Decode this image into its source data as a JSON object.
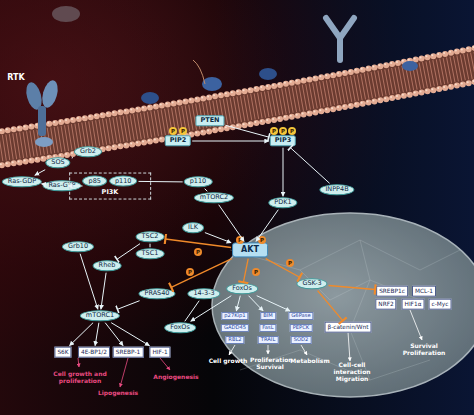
{
  "diagram": {
    "nodes": [
      {
        "text": [
          "PTEN"
        ]
      },
      {
        "text": [
          "PIP2"
        ]
      },
      {
        "text": [
          "PIP3"
        ]
      },
      {
        "text": [
          "INPP4B"
        ]
      },
      {
        "text": [
          "Grb2"
        ]
      },
      {
        "text": [
          "SOS"
        ]
      },
      {
        "text": [
          "Ras-GDP"
        ]
      },
      {
        "text": [
          "Ras-GTP"
        ]
      },
      {
        "text": [
          "PI3K"
        ]
      },
      {
        "text": [
          "p85"
        ],
        "in": 8
      },
      {
        "text": [
          "p110"
        ],
        "in": 8
      },
      {
        "text": [
          "p110"
        ]
      },
      {
        "text": [
          "mTORC2"
        ]
      },
      {
        "text": [
          "PDK1"
        ]
      },
      {
        "text": [
          "ILK"
        ]
      },
      {
        "text": [
          "AKT"
        ]
      },
      {
        "text": [
          "TSC2"
        ]
      },
      {
        "text": [
          "TSC1"
        ]
      },
      {
        "text": [
          "Grb10"
        ]
      },
      {
        "text": [
          "Rheb"
        ]
      },
      {
        "text": [
          "PRAS40"
        ]
      },
      {
        "text": [
          "14-3-3"
        ]
      },
      {
        "text": [
          "FoxOs"
        ]
      },
      {
        "text": [
          "GSK-3"
        ]
      },
      {
        "text": [
          "FoxOs"
        ]
      },
      {
        "text": [
          "mTORC1"
        ]
      },
      {
        "text": [
          "S6K"
        ]
      },
      {
        "text": [
          "4E-BP1/2"
        ]
      },
      {
        "text": [
          "SREBP-1"
        ]
      },
      {
        "text": [
          "HIF-1"
        ]
      },
      {
        "text": [
          "p27Kip1"
        ]
      },
      {
        "text": [
          "GADD45"
        ]
      },
      {
        "text": [
          "RBL2"
        ]
      },
      {
        "text": [
          "BIM"
        ]
      },
      {
        "text": [
          "FasL"
        ]
      },
      {
        "text": [
          "TRAIL"
        ]
      },
      {
        "text": [
          "G6Pase"
        ]
      },
      {
        "text": [
          "PEPCK"
        ]
      },
      {
        "text": [
          "SOD2"
        ]
      },
      {
        "text": [
          "β-catenin/Wnt"
        ]
      },
      {
        "text": [
          "SREBP1c"
        ]
      },
      {
        "text": [
          "MCL-1"
        ]
      },
      {
        "text": [
          "NRF2"
        ]
      },
      {
        "text": [
          "HIF1α"
        ]
      },
      {
        "text": [
          "c-Myc"
        ]
      }
    ],
    "edges": [
      {
        "from": 4,
        "to": 5,
        "arrow": "none"
      },
      {
        "from": 5,
        "to": 6,
        "arrow": "to"
      },
      {
        "from": 6,
        "to": 7,
        "arrow": "to"
      },
      {
        "from": 7,
        "to": 8,
        "arrow": "to"
      },
      {
        "from": 10,
        "to": 11,
        "arrow": "none"
      },
      {
        "from": 1,
        "to": 2,
        "arrow": "to"
      },
      {
        "from": 0,
        "to": 2,
        "arrow": "to"
      },
      {
        "from": 3,
        "to": 2,
        "arrow": "to"
      },
      {
        "from": 2,
        "to": 13,
        "arrow": "to"
      },
      {
        "from": 11,
        "to": 12,
        "arrow": "none"
      },
      {
        "from": 12,
        "to": 15,
        "arrow": "to"
      },
      {
        "from": 13,
        "to": 15,
        "arrow": "to"
      },
      {
        "from": 14,
        "to": 15,
        "arrow": "to"
      },
      {
        "from": 15,
        "to": 16,
        "arrow": "to"
      },
      {
        "from": 15,
        "to": 20,
        "arrow": "to"
      },
      {
        "from": 15,
        "to": 22,
        "arrow": "to"
      },
      {
        "from": 15,
        "to": 23,
        "arrow": "to"
      },
      {
        "from": 22,
        "to": 24,
        "arrow": "to"
      },
      {
        "from": 21,
        "to": 24,
        "arrow": "none"
      },
      {
        "from": 16,
        "to": 17,
        "arrow": "none"
      },
      {
        "from": 16,
        "to": 19,
        "arrow": "to"
      },
      {
        "from": 18,
        "to": 25,
        "arrow": "to"
      },
      {
        "from": 19,
        "to": 25,
        "arrow": "to"
      },
      {
        "from": 20,
        "to": 25,
        "arrow": "to"
      },
      {
        "from": 25,
        "to": 26,
        "arrow": "to"
      },
      {
        "from": 25,
        "to": 27,
        "arrow": "to"
      },
      {
        "from": 25,
        "to": 28,
        "arrow": "to"
      },
      {
        "from": 25,
        "to": 29,
        "arrow": "to"
      },
      {
        "from": 22,
        "to": 30,
        "arrow": "to"
      },
      {
        "from": 22,
        "to": 33,
        "arrow": "to"
      },
      {
        "from": 22,
        "to": 36,
        "arrow": "to"
      },
      {
        "from": 23,
        "to": 39,
        "arrow": "to"
      },
      {
        "from": 23,
        "to": 40,
        "arrow": "to"
      }
    ],
    "labels": [
      "RTK",
      "Cell growth and proliferation",
      "Lipogenesis",
      "Angiogenesis",
      "Cell growth",
      "Proliferation Survival",
      "Metabolism",
      "Cell-cell interaction Migration",
      "Survival Proliferation",
      "P",
      "P",
      "P",
      "P",
      "P",
      "P",
      "P",
      "P",
      "P",
      "P",
      "P"
    ]
  }
}
